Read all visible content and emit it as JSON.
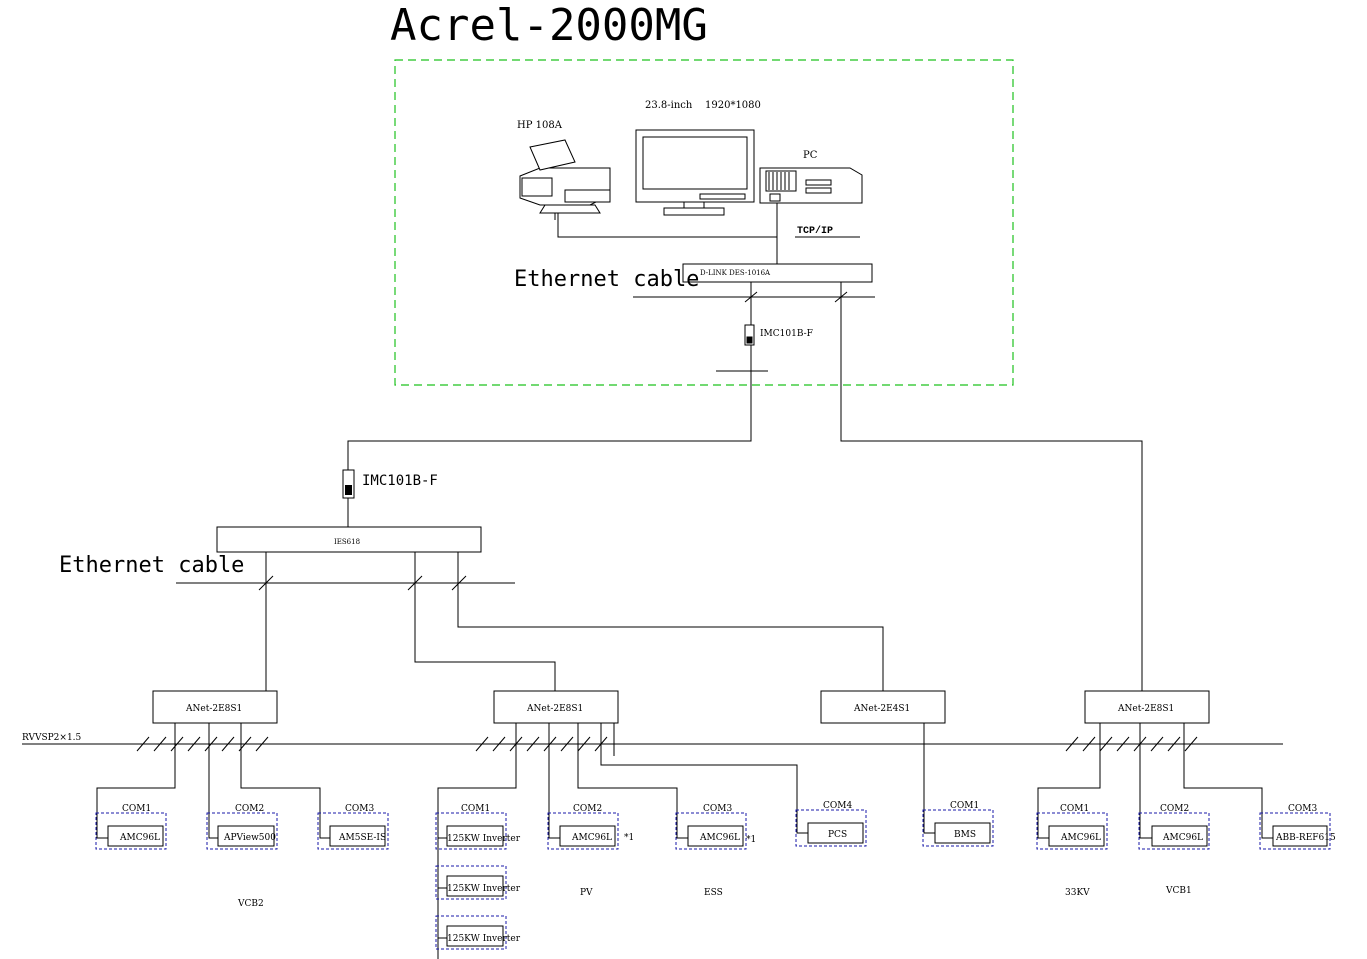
{
  "title": "Acrel-2000MG",
  "control_room": {
    "printer_label": "HP 108A",
    "monitor_label": "23.8-inch",
    "resolution_label": "1920*1080",
    "pc_label": "PC",
    "protocol_label": "TCP/IP",
    "cable_label": "Ethernet cable",
    "switch_label": "D-LINK DES-1016A",
    "converter_label": "IMC101B-F"
  },
  "field": {
    "converter_label": "IMC101B-F",
    "switch_label": "IES618",
    "cable_label": "Ethernet cable",
    "bus_label": "RVVSP2×1.5"
  },
  "gateways": [
    {
      "label": "ANet-2E8S1"
    },
    {
      "label": "ANet-2E8S1"
    },
    {
      "label": "ANet-2E4S1"
    },
    {
      "label": "ANet-2E8S1"
    }
  ],
  "devices": [
    {
      "com": "COM1",
      "label": "AMC96L"
    },
    {
      "com": "COM2",
      "label": "APView500"
    },
    {
      "com": "COM3",
      "label": "AM5SE-IS"
    },
    {
      "com": "COM1",
      "label": "125KW Inverter"
    },
    {
      "com": "",
      "label": "125KW Inverter"
    },
    {
      "com": "",
      "label": "125KW Inverter"
    },
    {
      "com": "COM2",
      "label": "AMC96L"
    },
    {
      "com": "COM3",
      "label": "AMC96L"
    },
    {
      "com": "COM4",
      "label": "PCS"
    },
    {
      "com": "COM1",
      "label": "BMS"
    },
    {
      "com": "COM1",
      "label": "AMC96L"
    },
    {
      "com": "COM2",
      "label": "AMC96L"
    },
    {
      "com": "COM3",
      "label": "ABB-REF615"
    }
  ],
  "qty_labels": [
    "*1",
    "*1"
  ],
  "group_labels": [
    "VCB2",
    "PV",
    "ESS",
    "33KV",
    "VCB1"
  ]
}
